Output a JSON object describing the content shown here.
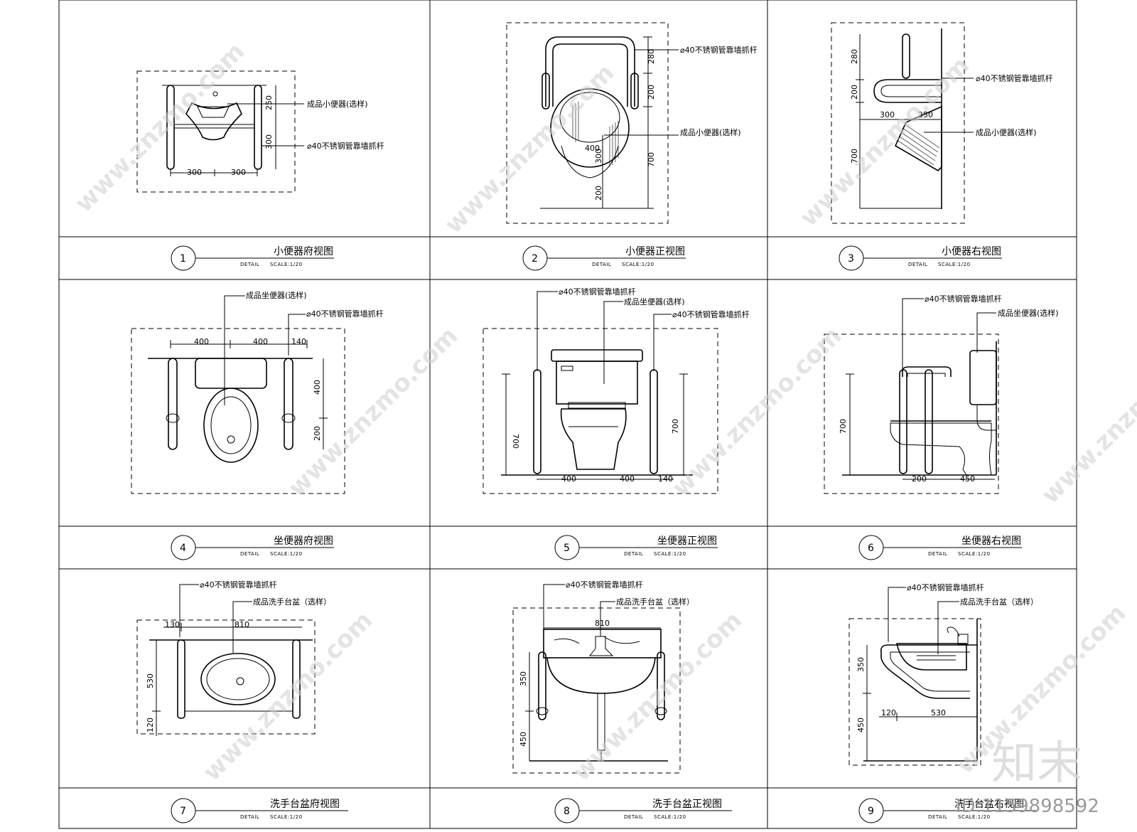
{
  "panels": [
    {
      "number": "1",
      "title": "小便器府视图",
      "detail": "DETAIL",
      "scale": "SCALE:1/20",
      "notes": [
        "成品小便器(选样)",
        "⌀40不锈钢管靠墙抓杆"
      ],
      "dims": [
        "250",
        "300",
        "300",
        "300"
      ]
    },
    {
      "number": "2",
      "title": "小便器正视图",
      "detail": "DETAIL",
      "scale": "SCALE:1/20",
      "notes": [
        "⌀40不锈钢管靠墙抓杆",
        "成品小便器(选样)"
      ],
      "dims": [
        "280",
        "200",
        "700",
        "400",
        "300",
        "200"
      ]
    },
    {
      "number": "3",
      "title": "小便器右视图",
      "detail": "DETAIL",
      "scale": "SCALE:1/20",
      "notes": [
        "⌀40不锈钢管靠墙抓杆",
        "成品小便器(选样)"
      ],
      "dims": [
        "280",
        "200",
        "300",
        "250",
        "700"
      ]
    },
    {
      "number": "4",
      "title": "坐便器府视图",
      "detail": "DETAIL",
      "scale": "SCALE:1/20",
      "notes": [
        "成品坐便器(选样)",
        "⌀40不锈钢管靠墙抓杆"
      ],
      "dims": [
        "400",
        "400",
        "140",
        "400",
        "200"
      ]
    },
    {
      "number": "5",
      "title": "坐便器正视图",
      "detail": "DETAIL",
      "scale": "SCALE:1/20",
      "notes": [
        "⌀40不锈钢管靠墙抓杆",
        "成品坐便器(选样)",
        "⌀40不锈钢管靠墙抓杆"
      ],
      "dims": [
        "700",
        "700",
        "400",
        "400",
        "140"
      ]
    },
    {
      "number": "6",
      "title": "坐便器右视图",
      "detail": "DETAIL",
      "scale": "SCALE:1/20",
      "notes": [
        "⌀40不锈钢管靠墙抓杆",
        "成品坐便器(选样)"
      ],
      "dims": [
        "700",
        "200",
        "450"
      ]
    },
    {
      "number": "7",
      "title": "洗手台盆府视图",
      "detail": "DETAIL",
      "scale": "SCALE:1/20",
      "notes": [
        "⌀40不锈钢管靠墙抓杆",
        "成品洗手台盆（选样）"
      ],
      "dims": [
        "130",
        "810",
        "530",
        "120"
      ]
    },
    {
      "number": "8",
      "title": "洗手台盆正视图",
      "detail": "DETAIL",
      "scale": "SCALE:1/20",
      "notes": [
        "⌀40不锈钢管靠墙抓杆",
        "成品洗手台盆（选样）"
      ],
      "dims": [
        "810",
        "350",
        "450"
      ]
    },
    {
      "number": "9",
      "title": "洗手台盆右视图",
      "detail": "DETAIL",
      "scale": "SCALE:1/20",
      "notes": [
        "⌀40不锈钢管靠墙抓杆",
        "成品洗手台盆（选样）"
      ],
      "dims": [
        "350",
        "120",
        "530",
        "450"
      ]
    }
  ],
  "watermark": {
    "site": "www.znzmo.com",
    "brand": "知末",
    "id": "ID:1159898592"
  }
}
